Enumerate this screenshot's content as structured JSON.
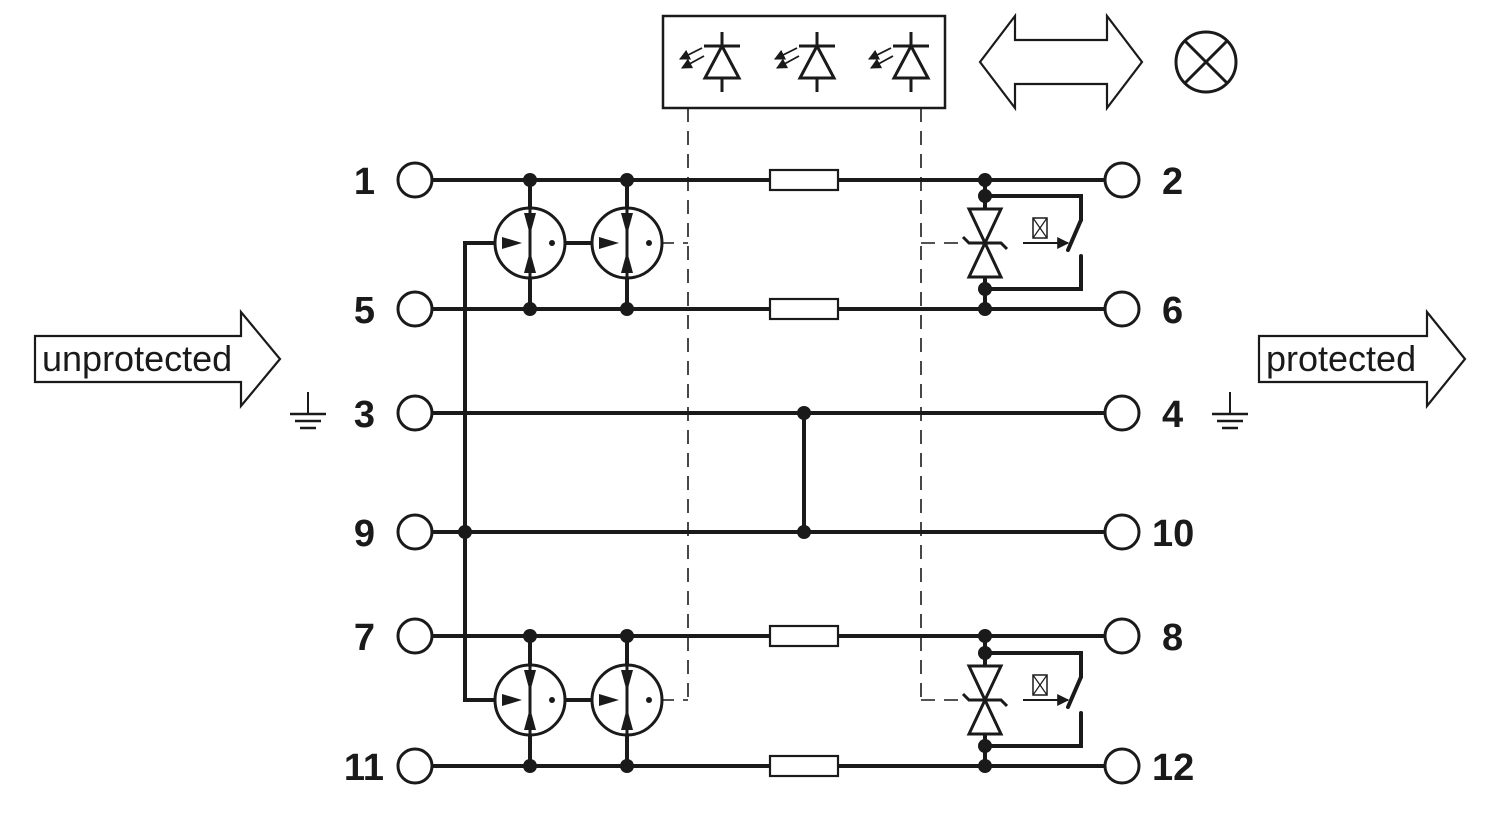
{
  "labels": {
    "unprotected": "unprotected",
    "protected": "protected"
  },
  "pins": {
    "p1": "1",
    "p2": "2",
    "p5": "5",
    "p6": "6",
    "p3": "3",
    "p4": "4",
    "p9": "9",
    "p10": "10",
    "p7": "7",
    "p8": "8",
    "p11": "11",
    "p12": "12"
  },
  "icons": {
    "led_indicator": "led-diode-icon",
    "signal_lamp": "lamp-cross-icon",
    "bidirectional": "double-arrow-icon",
    "ground": "ground-icon",
    "gas_discharge_tube": "gas-discharge-tube-icon",
    "tvs_diode": "bidirectional-tvs-diode-icon",
    "relay_contact": "relay-contact-icon",
    "resistor": "resistor-icon"
  },
  "colors": {
    "line": "#1a1a1a",
    "background": "#ffffff"
  }
}
